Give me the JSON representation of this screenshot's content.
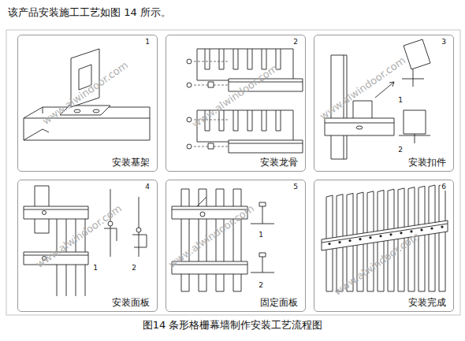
{
  "diagram": {
    "title": "该产品安装施工工艺如图 14 所示。",
    "caption": "图14 条形格栅幕墙制作安装工艺流程图",
    "nodes": [
      {
        "text": [
          "1",
          "安装基架"
        ]
      },
      {
        "text": [
          "2",
          "安装龙骨"
        ]
      },
      {
        "text": [
          "3",
          "安装扣件"
        ]
      },
      {
        "text": [
          "4",
          "安装面板"
        ]
      },
      {
        "text": [
          "5",
          "固定面板"
        ]
      },
      {
        "text": [
          "6",
          "安装完成"
        ]
      }
    ],
    "labels": [
      "1",
      "2",
      "1",
      "2",
      "1",
      "2",
      "www.alwindoor.com",
      "www.alwindoor.com",
      "www.alwindoor.com",
      "www.alwindoor.com",
      "www.alwindoor.com",
      "www.alwindoor.com"
    ]
  }
}
